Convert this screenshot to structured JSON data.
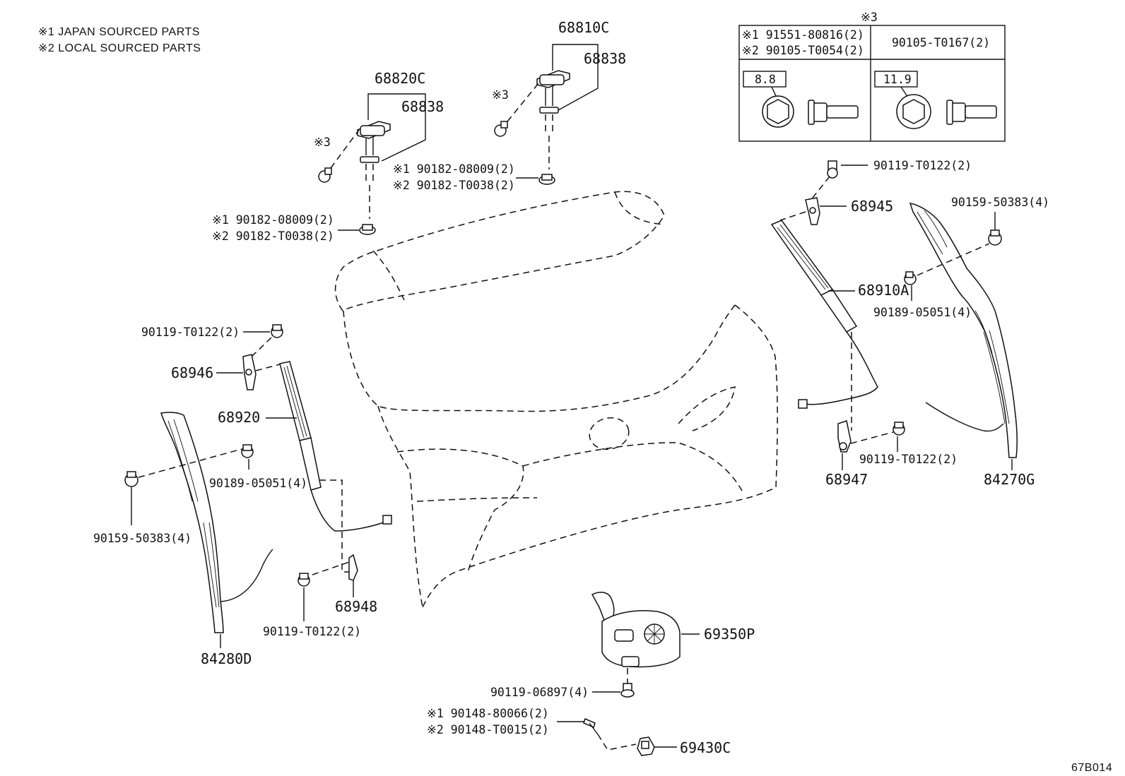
{
  "legend": {
    "line1": "※1 JAPAN SOURCED PARTS",
    "line2": "※2 LOCAL SOURCED PARTS"
  },
  "spec_table": {
    "header_mark": "※3",
    "left_header_1": "※1 91551-80816(2)",
    "left_header_2": "※2 90105-T0054(2)",
    "right_header": "90105-T0167(2)",
    "left_size": "8.8",
    "right_size": "11.9"
  },
  "labels": {
    "p68810C": "68810C",
    "p68838_right": "68838",
    "p68820C": "68820C",
    "p68838_left": "68838",
    "mark3_left": "※3",
    "mark3_right": "※3",
    "hinge_nut_right_1": "※1 90182-08009(2)",
    "hinge_nut_right_2": "※2 90182-T0038(2)",
    "hinge_nut_left_1": "※1 90182-08009(2)",
    "hinge_nut_left_2": "※2 90182-T0038(2)",
    "bolt_r_top": "90119-T0122(2)",
    "p68945": "68945",
    "p90159_right": "90159-50383(4)",
    "p68910A": "68910A",
    "p90189_right": "90189-05051(4)",
    "bolt_r_bottom": "90119-T0122(2)",
    "p68947": "68947",
    "p84270G": "84270G",
    "bolt_l_top": "90119-T0122(2)",
    "p68946": "68946",
    "p68920": "68920",
    "p90189_left": "90189-05051(4)",
    "p90159_left": "90159-50383(4)",
    "bolt_l_bottom": "90119-T0122(2)",
    "p68948": "68948",
    "p84280D": "84280D",
    "p69350P": "69350P",
    "p90119_06897": "90119-06897(4)",
    "screw_1": "※1 90148-80066(2)",
    "screw_2": "※2 90148-T0015(2)",
    "p69430C": "69430C",
    "figure_code": "67B014"
  },
  "colors": {
    "ink": "#111111",
    "paper": "#ffffff"
  }
}
